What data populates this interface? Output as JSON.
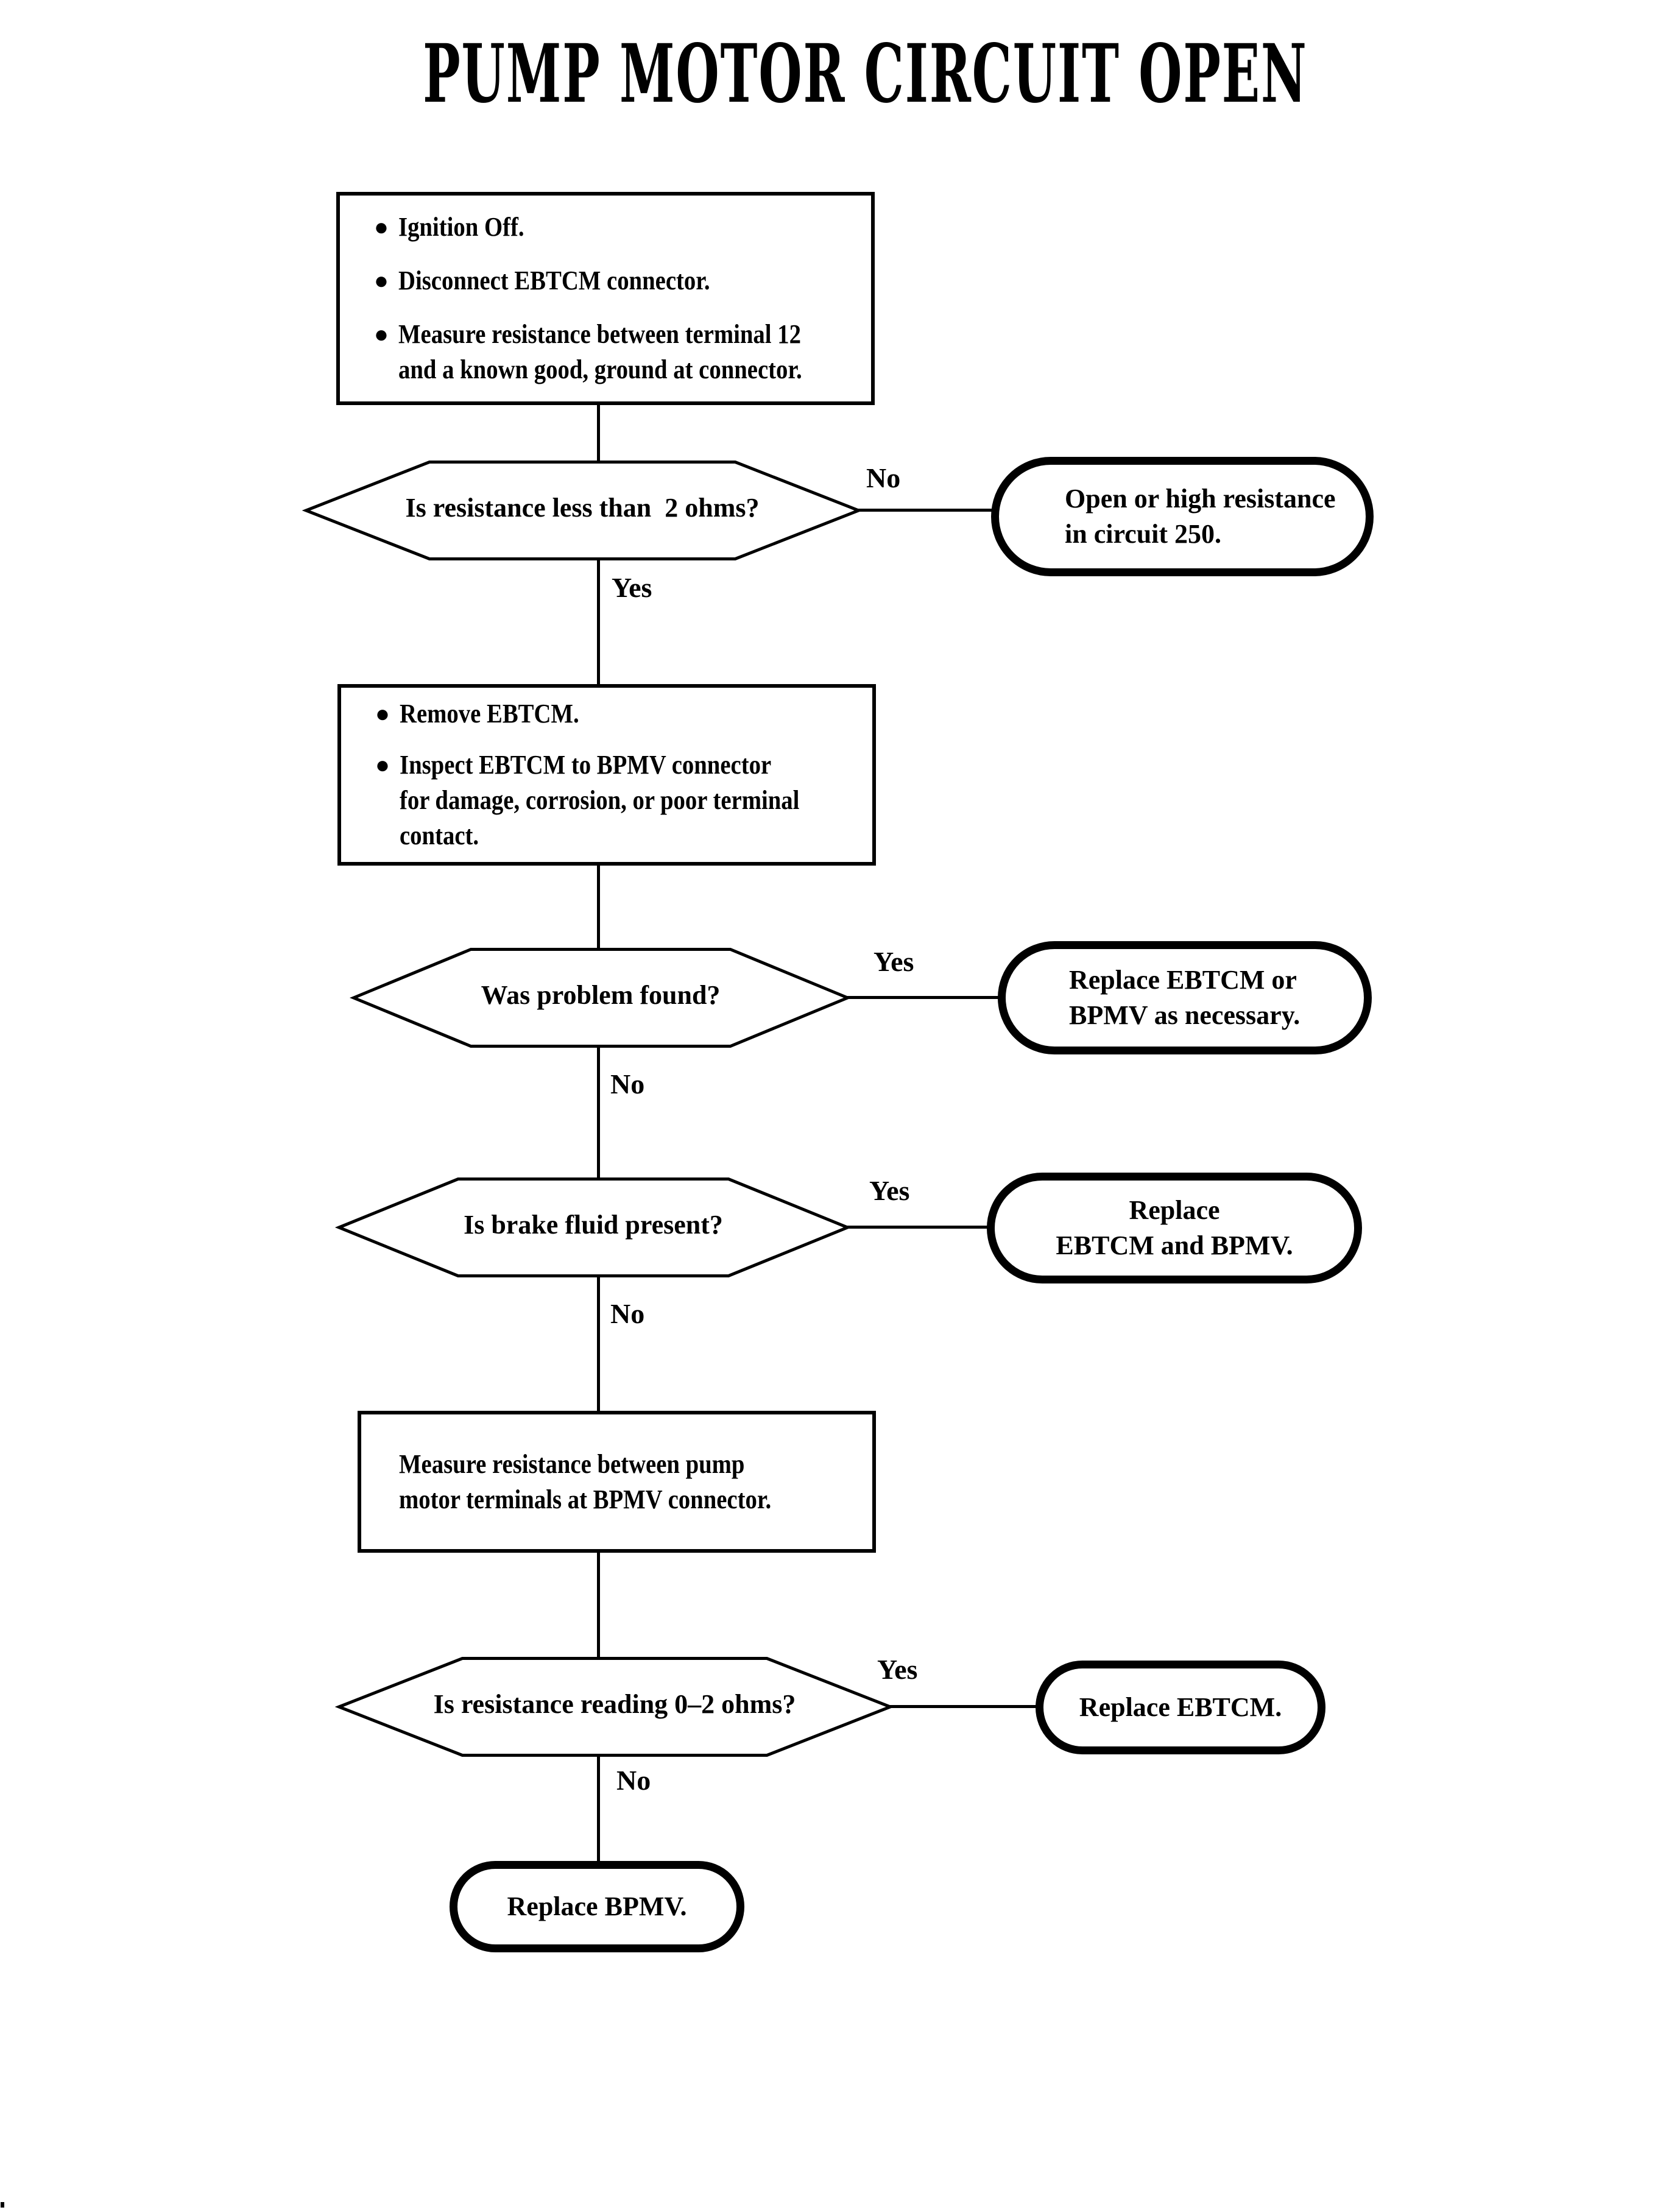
{
  "title": "PUMP MOTOR CIRCUIT OPEN",
  "labels": {
    "yes": "Yes",
    "no": "No"
  },
  "nodes": {
    "step1": {
      "bullet1": "Ignition Off.",
      "bullet2": "Disconnect EBTCM connector.",
      "bullet3_line1": "Measure resistance between terminal 12",
      "bullet3_line2": "and a known good, ground at connector."
    },
    "decision1": {
      "question": "Is resistance less than  2 ohms?"
    },
    "result_no1": {
      "line1": "Open or high resistance",
      "line2": "in circuit 250."
    },
    "step2": {
      "bullet1": "Remove EBTCM.",
      "bullet2_line1": "Inspect EBTCM to BPMV connector",
      "bullet2_line2": "for damage, corrosion, or poor terminal",
      "bullet2_line3": "contact."
    },
    "decision2": {
      "question": "Was problem found?"
    },
    "result_yes2": {
      "line1": "Replace EBTCM or",
      "line2": "BPMV as necessary."
    },
    "decision3": {
      "question": "Is brake fluid present?"
    },
    "result_yes3": {
      "line1": "Replace",
      "line2": "EBTCM and BPMV."
    },
    "step3": {
      "line1": "Measure resistance between pump",
      "line2": "motor terminals at BPMV connector."
    },
    "decision4": {
      "question": "Is resistance reading 0–2 ohms?"
    },
    "result_yes4": {
      "line1": "Replace EBTCM."
    },
    "final": {
      "line1": "Replace BPMV."
    }
  }
}
